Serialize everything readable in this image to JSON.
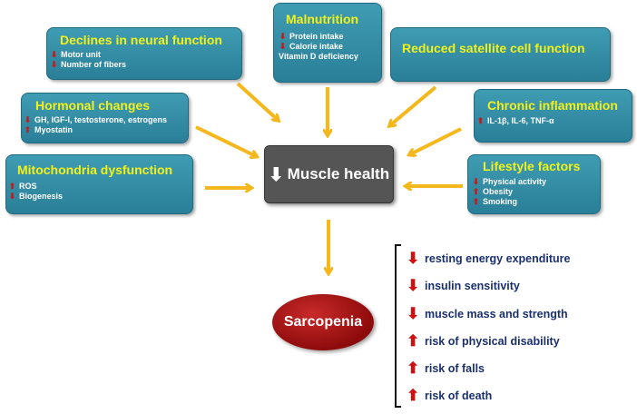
{
  "boxes": {
    "malnutrition": {
      "title": "Malnutrition",
      "items": [
        {
          "dir": "down",
          "text": "Protein intake"
        },
        {
          "dir": "down",
          "text": "Calorie intake"
        },
        {
          "dir": "none",
          "text": "Vitamin D deficiency"
        }
      ]
    },
    "neural": {
      "title": "Declines in neural function",
      "items": [
        {
          "dir": "down",
          "text": "Motor unit"
        },
        {
          "dir": "down",
          "text": "Number of fibers"
        }
      ]
    },
    "satellite": {
      "title": "Reduced satellite cell function",
      "items": []
    },
    "hormonal": {
      "title": "Hormonal changes",
      "items": [
        {
          "dir": "down",
          "text": "GH, IGF-I, testosterone, estrogens"
        },
        {
          "dir": "up",
          "text": "Myostatin"
        }
      ]
    },
    "inflammation": {
      "title": "Chronic inflammation",
      "items": [
        {
          "dir": "up",
          "text": "IL-1β, IL-6, TNF-α"
        }
      ]
    },
    "mitochondria": {
      "title": "Mitochondria dysfunction",
      "items": [
        {
          "dir": "up",
          "text": "ROS"
        },
        {
          "dir": "down",
          "text": "Biogenesis"
        }
      ]
    },
    "lifestyle": {
      "title": "Lifestyle factors",
      "items": [
        {
          "dir": "down",
          "text": "Physical activity"
        },
        {
          "dir": "up",
          "text": "Obesity"
        },
        {
          "dir": "up",
          "text": "Smoking"
        }
      ]
    }
  },
  "center": {
    "arrow": "down",
    "label": "Muscle health"
  },
  "outcome_node": {
    "label": "Sarcopenia"
  },
  "outcomes": [
    {
      "dir": "down",
      "text": "resting energy expenditure"
    },
    {
      "dir": "down",
      "text": "insulin sensitivity"
    },
    {
      "dir": "down",
      "text": "muscle mass and strength"
    },
    {
      "dir": "up",
      "text": "risk of physical disability"
    },
    {
      "dir": "up",
      "text": "risk of falls"
    },
    {
      "dir": "up",
      "text": "risk of death"
    }
  ],
  "colors": {
    "box_fill": "#3f9cb3",
    "title_yellow": "#f2f21a",
    "arrow_orange": "#f4b81c",
    "red_arrow": "#c31b1b",
    "outcome_text": "#1a2f6e"
  }
}
